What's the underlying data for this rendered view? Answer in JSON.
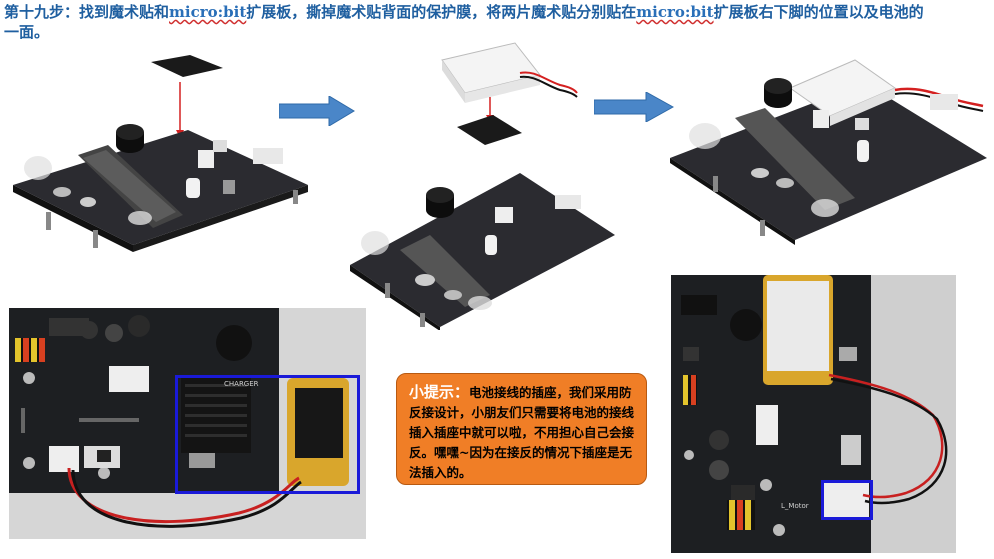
{
  "instruction": {
    "part1": "第十九步：找到魔术贴和",
    "kw1": "micro:bit",
    "part2": "扩展板，撕掉魔术贴背面的保护膜，将两片魔术贴分别贴在",
    "kw2": "micro:bit",
    "part3": "扩展板右下脚的位置以及电池的一面。"
  },
  "tip": {
    "title": "小提示：",
    "body": "电池接线的插座，我们采用防反接设计，小朋友们只需要将电池的接线插入插座中就可以啦，不用担心自己会接反。嘿嘿~因为在接反的情况下插座是无法插入的。"
  },
  "photo_labels": {
    "charger_label": "CHARGER",
    "motor_label": "L_Motor"
  },
  "colors": {
    "heading_blue": "#1f5fa0",
    "arrow_blue": "#4a86c8",
    "tip_orange": "#f07e26",
    "highlight_box": "#1a1ad8",
    "pcb_dark": "#2b2b30"
  }
}
